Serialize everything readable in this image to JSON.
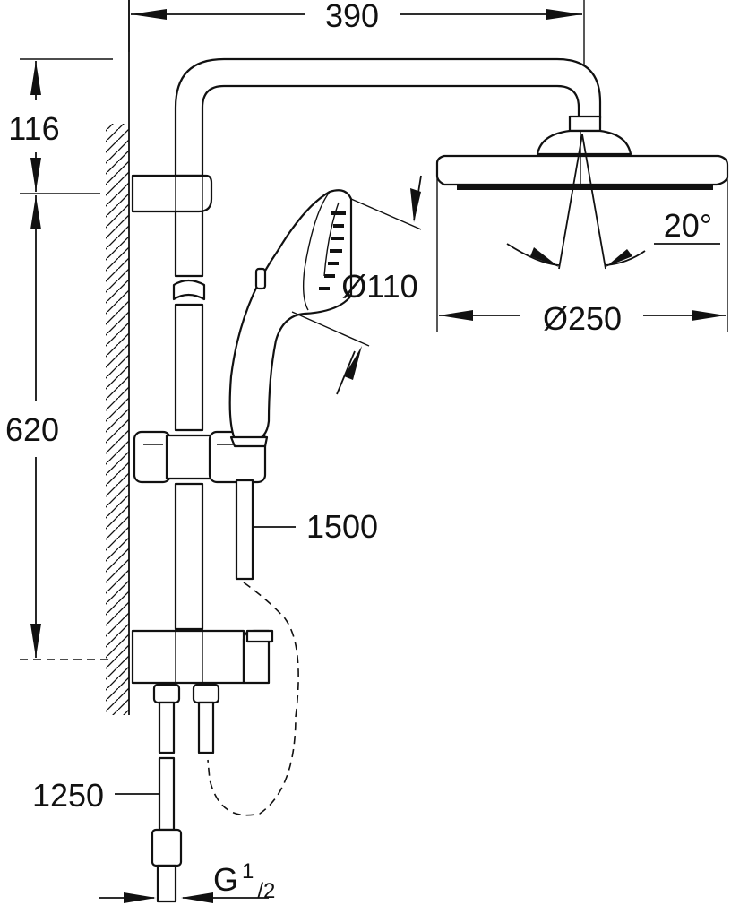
{
  "dimensions": {
    "width_390": "390",
    "height_116": "116",
    "height_620": "620",
    "hose_1500": "1500",
    "hose_1250": "1250",
    "hand_shower_diameter": "Ø110",
    "head_shower_diameter": "Ø250",
    "tilt_angle": "20°",
    "thread_main": "G",
    "thread_sup": "1",
    "thread_sub": "/2"
  }
}
